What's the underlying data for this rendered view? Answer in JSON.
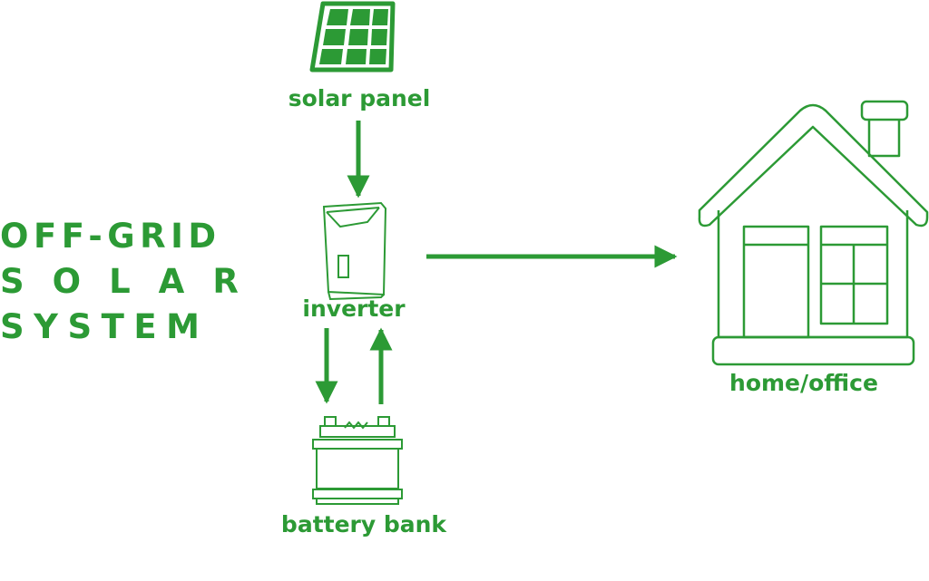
{
  "title": {
    "line1": "OFF-GRID",
    "line2": "SOLAR",
    "line3": "SYSTEM"
  },
  "nodes": {
    "solar_panel": "solar panel",
    "inverter": "inverter",
    "battery_bank": "battery bank",
    "home_office": "home/office"
  },
  "icons": {
    "solar_panel": "solar-panel-icon",
    "inverter": "inverter-icon",
    "battery_bank": "battery-icon",
    "home_office": "house-icon"
  },
  "colors": {
    "accent": "#2c9a35",
    "background": "#ffffff"
  }
}
